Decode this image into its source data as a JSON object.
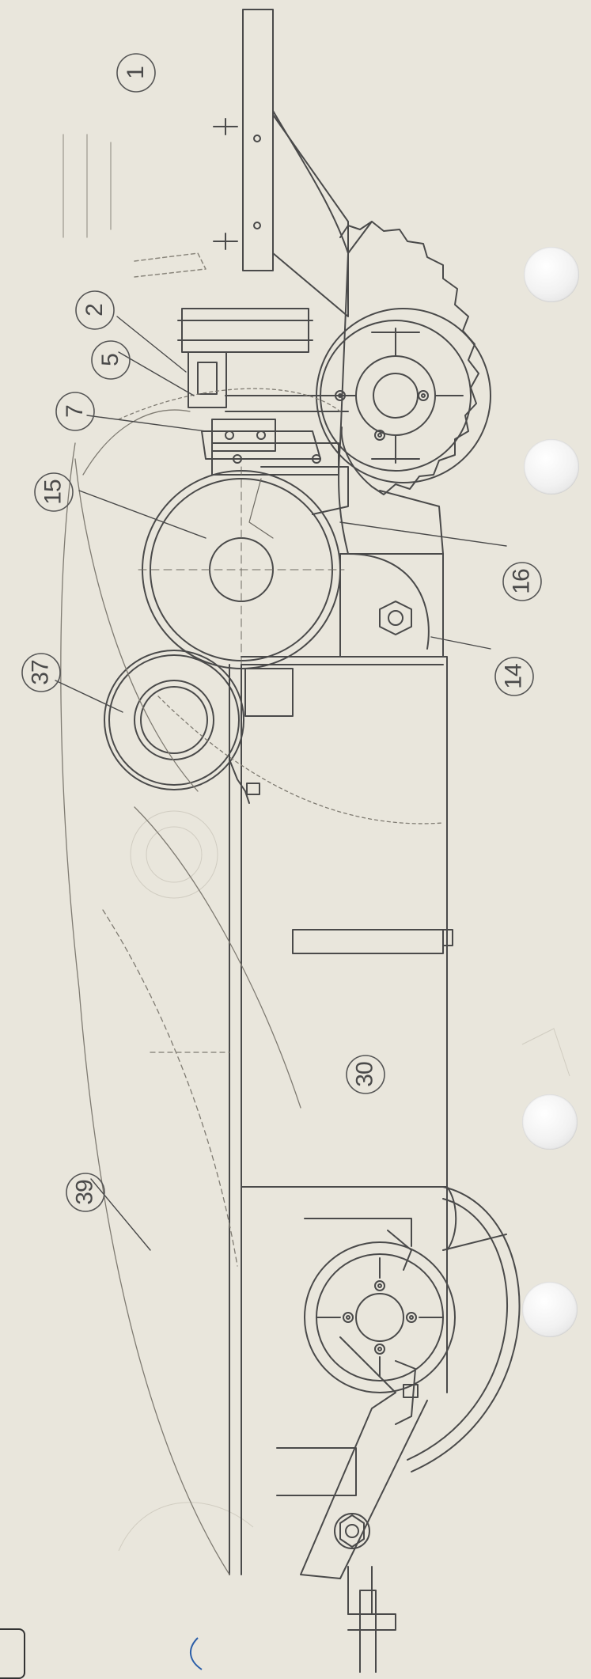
{
  "diagram": {
    "part_numbers": [
      "1",
      "2",
      "5",
      "7",
      "15",
      "16",
      "14",
      "37",
      "30",
      "39"
    ]
  },
  "colors": {
    "paper": "#e9e6dc",
    "line": "#4a4a4a",
    "faint_line": "#9a968c"
  },
  "icons": [
    "punch-hole",
    "corner-box"
  ]
}
